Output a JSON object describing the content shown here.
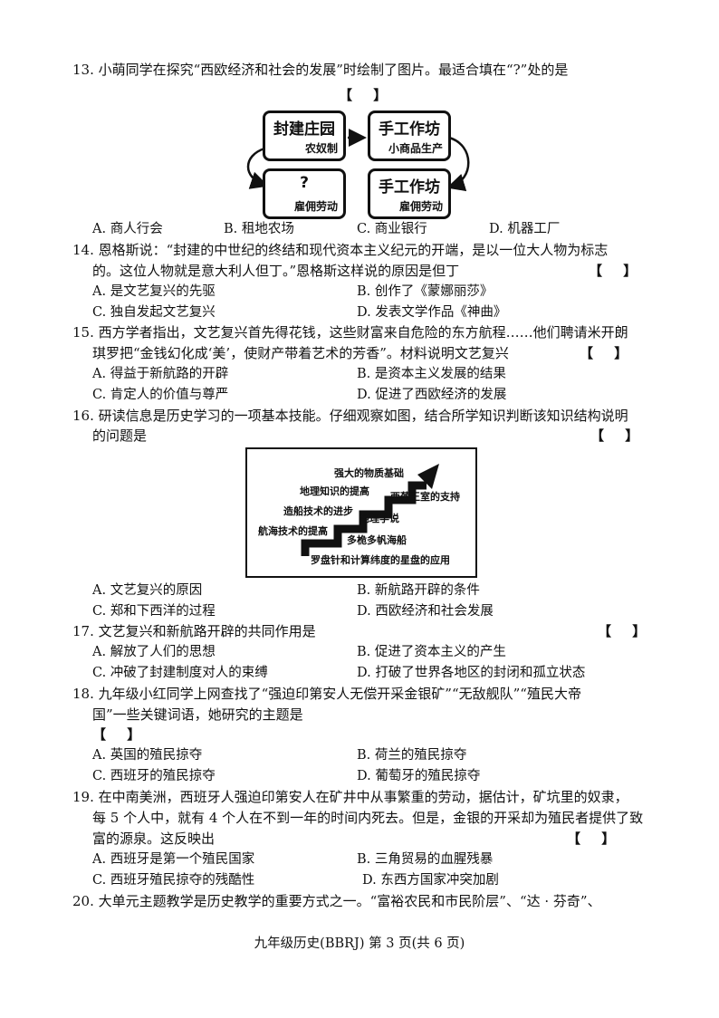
{
  "q13": {
    "stem": "13. 小萌同学在探究“西欧经济和社会的发展”时绘制了图片。最适合填在“?”处的是",
    "bracket": "【　 】",
    "figure": {
      "box1_title": "封建庄园",
      "box1_sub": "农奴制",
      "box2_title": "手工作坊",
      "box2_sub": "小商品生产",
      "box3_title": "?",
      "box3_sub": "雇佣劳动",
      "box4_title": "手工作坊",
      "box4_sub": "雇佣劳动"
    },
    "options": [
      "A. 商人行会",
      "B. 租地农场",
      "C. 商业银行",
      "D. 机器工厂"
    ]
  },
  "q14": {
    "line1": "14. 恩格斯说：“封建的中世纪的终结和现代资本主义纪元的开端，是以一位大人物为标志",
    "line2": "的。这位人物就是意大利人但丁。”恩格斯这样说的原因是但丁",
    "bracket": "【　 】",
    "options": [
      "A. 是文艺复兴的先驱",
      "B. 创作了《蒙娜丽莎》",
      "C. 独自发起文艺复兴",
      "D. 发表文学作品《神曲》"
    ]
  },
  "q15": {
    "line1": "15. 西方学者指出，文艺复兴首先得花钱，这些财富来自危险的东方航程……他们聘请米开朗",
    "line2": "琪罗把“金钱幻化成‘美’，使财产带着艺术的芳香”。材料说明文艺复兴",
    "bracket": "【　 】",
    "options": [
      "A. 得益于新航路的开辟",
      "B. 是资本主义发展的结果",
      "C. 肯定人的价值与尊严",
      "D. 促进了西欧经济的发展"
    ]
  },
  "q16": {
    "line1": "16. 研读信息是历史学习的一项基本技能。仔细观察如图，结合所学知识判断该知识结构说明",
    "line2": "的问题是",
    "bracket": "【　 】",
    "figure": {
      "s1": "强大的物质基础",
      "s2": "地理知识的提高",
      "s3": "西葡王室的支持",
      "s4": "造船技术的进步",
      "s5": "地理学说",
      "s6": "航海技术的提高",
      "s7": "多桅多帆海船",
      "s8": "罗盘针和计算纬度的星盘的应用"
    },
    "options": [
      "A. 文艺复兴的原因",
      "B. 新航路开辟的条件",
      "C. 郑和下西洋的过程",
      "D. 西欧经济和社会发展"
    ]
  },
  "q17": {
    "line1": "17. 文艺复兴和新航路开辟的共同作用是",
    "bracket": "【　 】",
    "options": [
      "A. 解放了人们的思想",
      "B. 促进了资本主义的产生",
      "C. 冲破了封建制度对人的束缚",
      "D. 打破了世界各地区的封闭和孤立状态"
    ]
  },
  "q18": {
    "line1": "18. 九年级小红同学上网查找了“强迫印第安人无偿开采金银矿”“无敌舰队”“殖民大帝",
    "line2": "国”一些关键词语，她研究的主题是",
    "bracket": "【　 】",
    "options": [
      "A. 英国的殖民掠夺",
      "B. 荷兰的殖民掠夺",
      "C. 西班牙的殖民掠夺",
      "D. 葡萄牙的殖民掠夺"
    ]
  },
  "q19": {
    "line1": "19. 在中南美洲，西班牙人强迫印第安人在矿井中从事繁重的劳动，据估计，矿坑里的奴隶，",
    "line2": "每 5 个人中，就有 4 个人在不到一年的时间内死去。但是，金银的开采却为殖民者提供了致",
    "line3": "富的源泉。这反映出",
    "bracket": "【　 】",
    "options": [
      "A. 西班牙是第一个殖民国家",
      "B. 三角贸易的血腥残暴",
      "C. 西班牙殖民掠夺的残酷性",
      "D. 东西方国家冲突加剧"
    ]
  },
  "q20": {
    "line1": "20. 大单元主题教学是历史教学的重要方式之一。“富裕农民和市民阶层”、“达 · 芬奇”、"
  },
  "footer": "九年级历史(BBRJ)  第 3 页(共 6 页)"
}
